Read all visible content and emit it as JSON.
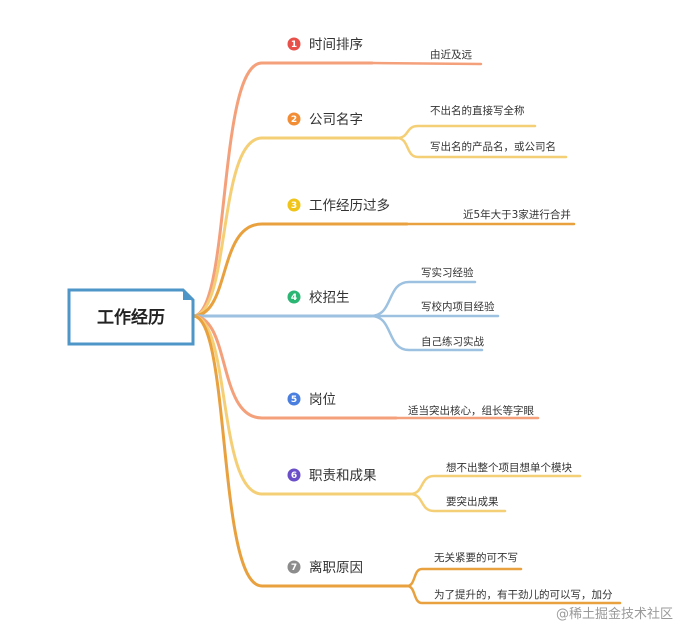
{
  "root": {
    "label": "工作经历"
  },
  "branches": [
    {
      "num": "1",
      "label": "时间排序",
      "color": "#f4a07a",
      "badge": "#e8514a",
      "leaves": [
        "由近及远"
      ]
    },
    {
      "num": "2",
      "label": "公司名字",
      "color": "#f5cf76",
      "badge": "#f28d35",
      "leaves": [
        "不出名的直接写全称",
        "写出名的产品名，或公司名"
      ]
    },
    {
      "num": "3",
      "label": "工作经历过多",
      "color": "#e8a13e",
      "badge": "#f0c419",
      "leaves": [
        "近5年大于3家进行合并"
      ]
    },
    {
      "num": "4",
      "label": "校招生",
      "color": "#9dc1e0",
      "badge": "#2bb673",
      "leaves": [
        "写实习经验",
        "写校内项目经验",
        "自己练习实战"
      ]
    },
    {
      "num": "5",
      "label": "岗位",
      "color": "#f4a07a",
      "badge": "#4a7fe0",
      "leaves": [
        "适当突出核心，组长等字眼"
      ]
    },
    {
      "num": "6",
      "label": "职责和成果",
      "color": "#f5cf76",
      "badge": "#6a4fc8",
      "leaves": [
        "想不出整个项目想单个模块",
        "要突出成果"
      ]
    },
    {
      "num": "7",
      "label": "离职原因",
      "color": "#e8a13e",
      "badge": "#8c8c8c",
      "leaves": [
        "无关紧要的可不写",
        "为了提升的，有干劲儿的可以写，加分"
      ]
    }
  ],
  "watermark": "@稀土掘金技术社区"
}
